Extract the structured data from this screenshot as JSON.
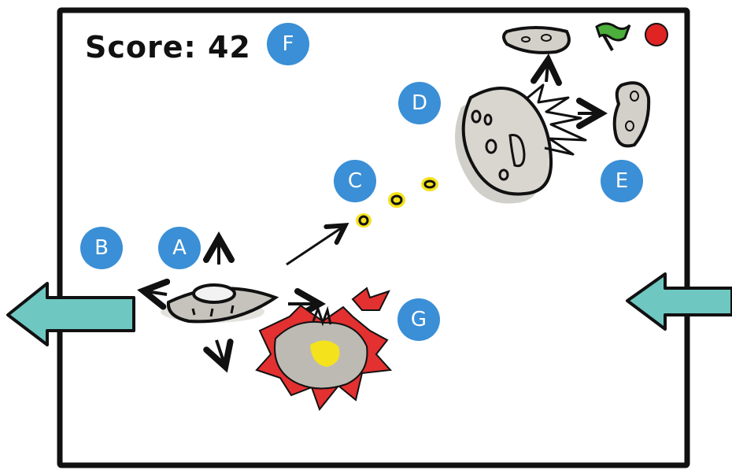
{
  "hud": {
    "score_text": "Score: 42",
    "flag_icon": "green-flag-icon",
    "stop_icon": "red-stop-icon"
  },
  "labels": {
    "A": "A",
    "B": "B",
    "C": "C",
    "D": "D",
    "E": "E",
    "F": "F",
    "G": "G"
  },
  "colors": {
    "frame": "#111111",
    "badge": "#3a8fd6",
    "arrow_teal": "#6fc7c1",
    "rock_gray": "#c9c6c0",
    "bullet_yellow": "#f4e21c",
    "explosion_red": "#e33030",
    "flag_green": "#4caf3c",
    "stop_red": "#e02424"
  }
}
